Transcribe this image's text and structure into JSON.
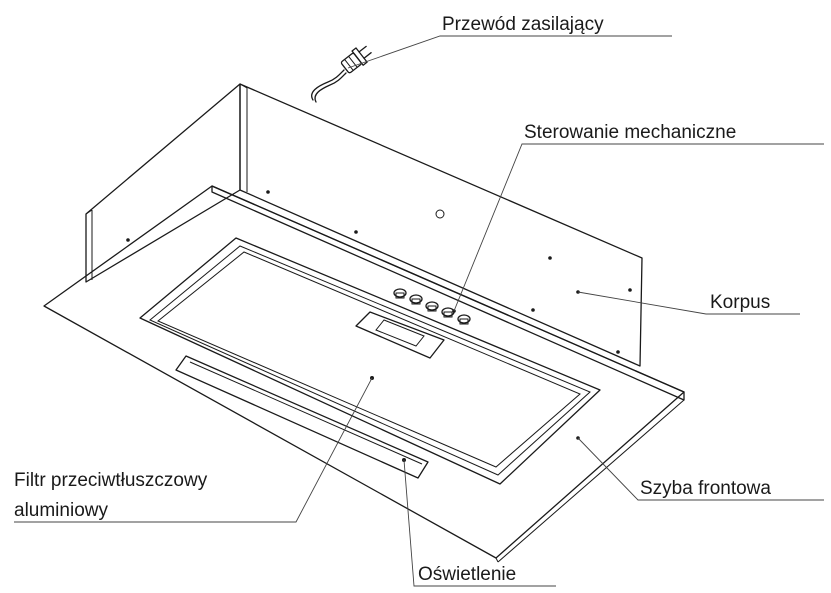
{
  "labels": {
    "power_cord": "Przewód zasilający",
    "mechanical_control": "Sterowanie mechaniczne",
    "body": "Korpus",
    "grease_filter_line1": "Filtr przeciwtłuszczowy",
    "grease_filter_line2": "aluminiowy",
    "front_glass": "Szyba frontowa",
    "lighting": "Oświetlenie"
  }
}
